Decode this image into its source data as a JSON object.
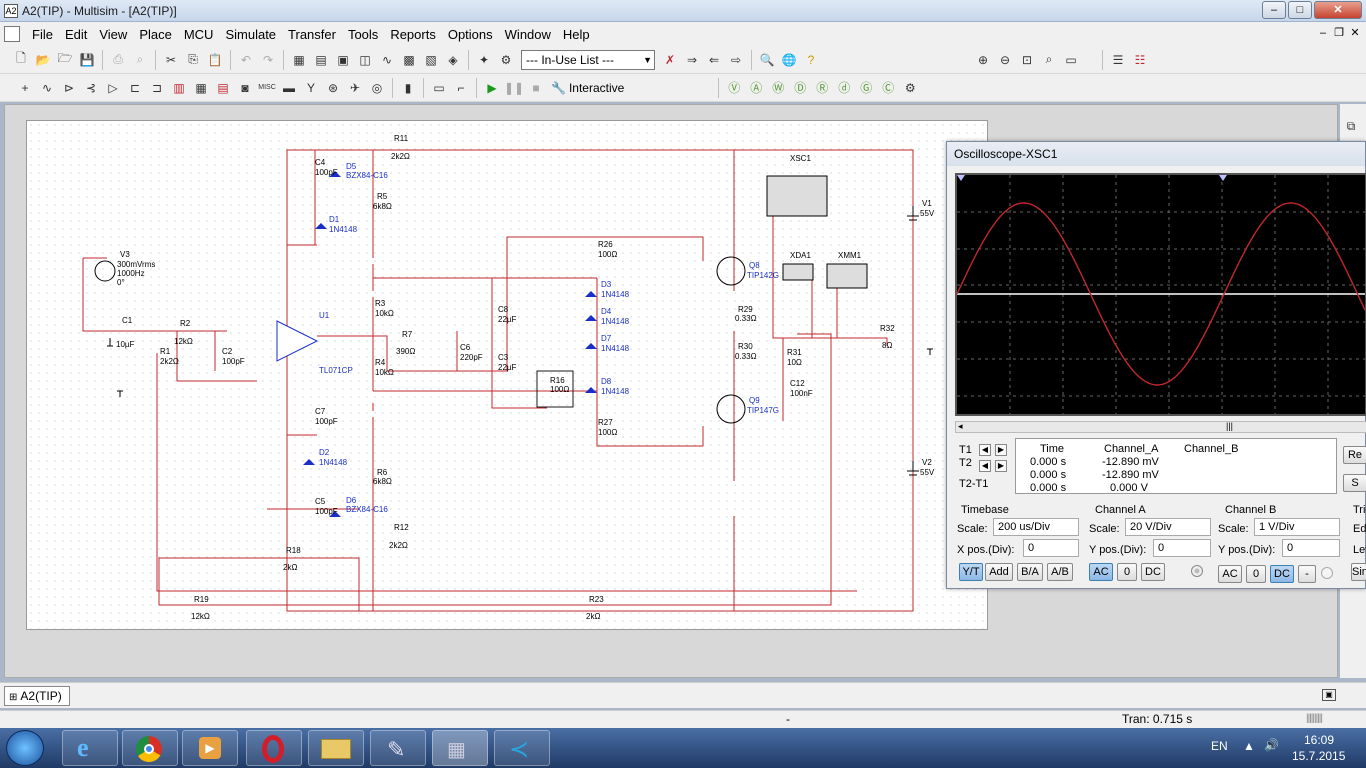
{
  "window": {
    "title": "A2(TIP) - Multisim - [A2(TIP)]",
    "icon_text": "A2"
  },
  "menu": [
    "File",
    "Edit",
    "View",
    "Place",
    "MCU",
    "Simulate",
    "Transfer",
    "Tools",
    "Reports",
    "Options",
    "Window",
    "Help"
  ],
  "toolbar": {
    "inuse_list": "--- In-Use List ---",
    "interactive_label": "Interactive"
  },
  "schematic": {
    "labels": [
      "R11",
      "2k2Ω",
      "C4",
      "100pF",
      "D5",
      "BZX84-C16",
      "R5",
      "6k8Ω",
      "D1",
      "1N4148",
      "V3",
      "300mVrms",
      "1000Hz",
      "0°",
      "C1",
      "10µF",
      "R2",
      "12kΩ",
      "R1",
      "2k2Ω",
      "C2",
      "100pF",
      "U1",
      "TL071CP",
      "R3",
      "10kΩ",
      "R7",
      "390Ω",
      "R4",
      "10kΩ",
      "C7",
      "100pF",
      "D2",
      "1N4148",
      "R6",
      "6k8Ω",
      "C5",
      "100pF",
      "D6",
      "BZX84-C16",
      "R12",
      "2k2Ω",
      "R18",
      "2kΩ",
      "R19",
      "12kΩ",
      "R23",
      "2kΩ",
      "C8",
      "22µF",
      "C6",
      "220pF",
      "C3",
      "22µF",
      "R26",
      "100Ω",
      "D3",
      "1N4148",
      "D4",
      "1N4148",
      "D7",
      "1N4148",
      "R16",
      "100Ω",
      "D8",
      "1N4148",
      "R27",
      "100Ω",
      "Q8",
      "TIP142G",
      "Q9",
      "TIP147G",
      "R29",
      "0.33Ω",
      "R30",
      "0.33Ω",
      "R31",
      "10Ω",
      "C12",
      "100nF",
      "XSC1",
      "XDA1",
      "XMM1",
      "R32",
      "8Ω",
      "V1",
      "55V",
      "V2",
      "55V"
    ]
  },
  "oscilloscope": {
    "title": "Oscilloscope-XSC1",
    "readout": {
      "headers": [
        "Time",
        "Channel_A",
        "Channel_B"
      ],
      "rows": [
        {
          "label": "T1",
          "time": "0.000 s",
          "a": "-12.890 mV",
          "b": ""
        },
        {
          "label": "T2",
          "time": "0.000 s",
          "a": "-12.890 mV",
          "b": ""
        },
        {
          "label": "T2-T1",
          "time": "0.000 s",
          "a": "0.000 V",
          "b": ""
        }
      ]
    },
    "reverse_btn": "Re",
    "save_btn": "S",
    "timebase": {
      "title": "Timebase",
      "scale_label": "Scale:",
      "scale": "200 us/Div",
      "xpos_label": "X pos.(Div):",
      "xpos": "0",
      "buttons": [
        "Y/T",
        "Add",
        "B/A",
        "A/B"
      ]
    },
    "channel_a": {
      "title": "Channel A",
      "scale_label": "Scale:",
      "scale": "20  V/Div",
      "ypos_label": "Y pos.(Div):",
      "ypos": "0",
      "buttons": [
        "AC",
        "0",
        "DC"
      ]
    },
    "channel_b": {
      "title": "Channel B",
      "scale_label": "Scale:",
      "scale": "1  V/Div",
      "ypos_label": "Y pos.(Div):",
      "ypos": "0",
      "buttons": [
        "AC",
        "0",
        "DC",
        "-"
      ]
    },
    "trigger": {
      "title": "Trig",
      "edge_label": "Edg",
      "level_label": "Lev",
      "sing_btn": "Sin"
    }
  },
  "tabs": [
    "A2(TIP)"
  ],
  "status": {
    "center": "-",
    "right": "Tran: 0.715 s"
  },
  "taskbar": {
    "lang": "EN",
    "time": "16:09",
    "date": "15.7.2015"
  },
  "colors": {
    "wire": "#c0282e",
    "component": "#1a1a1a",
    "diode": "#1a2fc8",
    "trace_a": "#c0282e",
    "trace_b": "#ffffff"
  }
}
